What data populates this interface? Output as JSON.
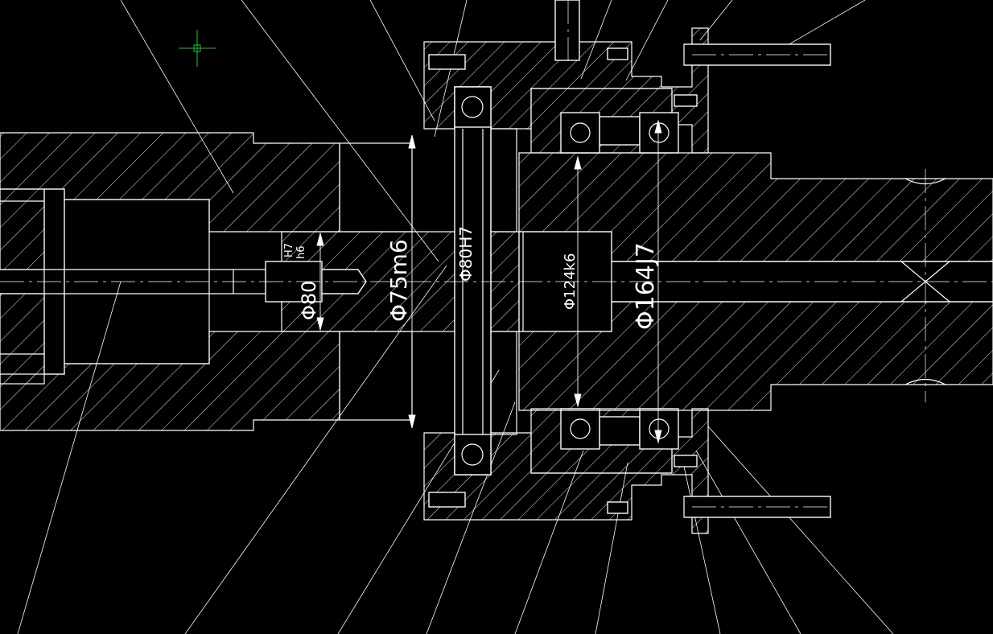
{
  "drawing": {
    "background": "#000000",
    "line_color": "#ffffff",
    "cursor_color": "#2fbf3a",
    "dimensions": {
      "d75": "Φ75m6",
      "d80_frac_num": "H7",
      "d80_frac_den": "h6",
      "d80_frac_prefix": "Φ80",
      "d80h7": "Φ80H7",
      "d124": "Φ124k6",
      "d164": "Φ164J7"
    }
  }
}
